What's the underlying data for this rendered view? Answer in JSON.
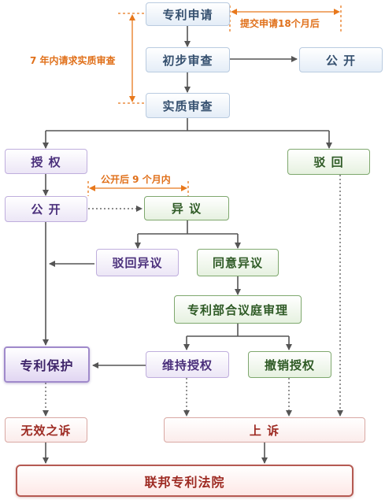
{
  "nodes": {
    "patent_application": "专利申请",
    "preliminary_examination": "初步审查",
    "publication_1": "公  开",
    "substantive_examination": "实质审查",
    "grant": "授  权",
    "rejection": "驳  回",
    "publication_2": "公  开",
    "opposition": "异  议",
    "reject_opposition": "驳回异议",
    "accept_opposition": "同意异议",
    "patent_board_hearing": "专利部合议庭审理",
    "patent_protection": "专利保护",
    "maintain_grant": "维持授权",
    "revoke_grant": "撤销授权",
    "nullity_action": "无效之诉",
    "appeal": "上  诉",
    "federal_patent_court": "联邦专利法院"
  },
  "notes": {
    "publish_18_months": "提交申请18个月后",
    "request_within_7_years": "7 年内请求实质审查",
    "within_9_months": "公开后 9 个月内"
  },
  "colors": {
    "orange_annotation": "#e8781c",
    "arrow": "#555555",
    "blue_node": "#b9cbe0",
    "purple_node": "#bfaedd",
    "green_node": "#7fa86e",
    "red_node": "#d9a8a3"
  }
}
